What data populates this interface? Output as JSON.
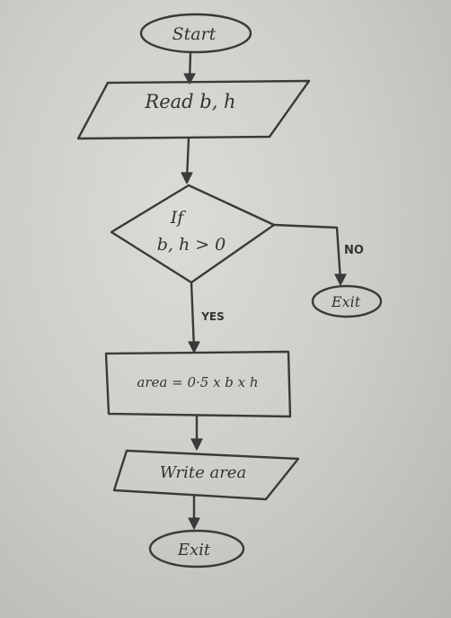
{
  "flowchart": {
    "start_label": "Start",
    "input_label": "Read b, h",
    "decision_label_line1": "If",
    "decision_label_line2": "b, h > 0",
    "no_branch_label": "NO",
    "no_exit_label": "Exit",
    "yes_branch_label": "YES",
    "process_label": "area = 0·5 x b x h",
    "output_label": "Write area",
    "end_label": "Exit"
  },
  "colors": {
    "paper": "#cfcfca",
    "ink": "#3a3a3a"
  }
}
